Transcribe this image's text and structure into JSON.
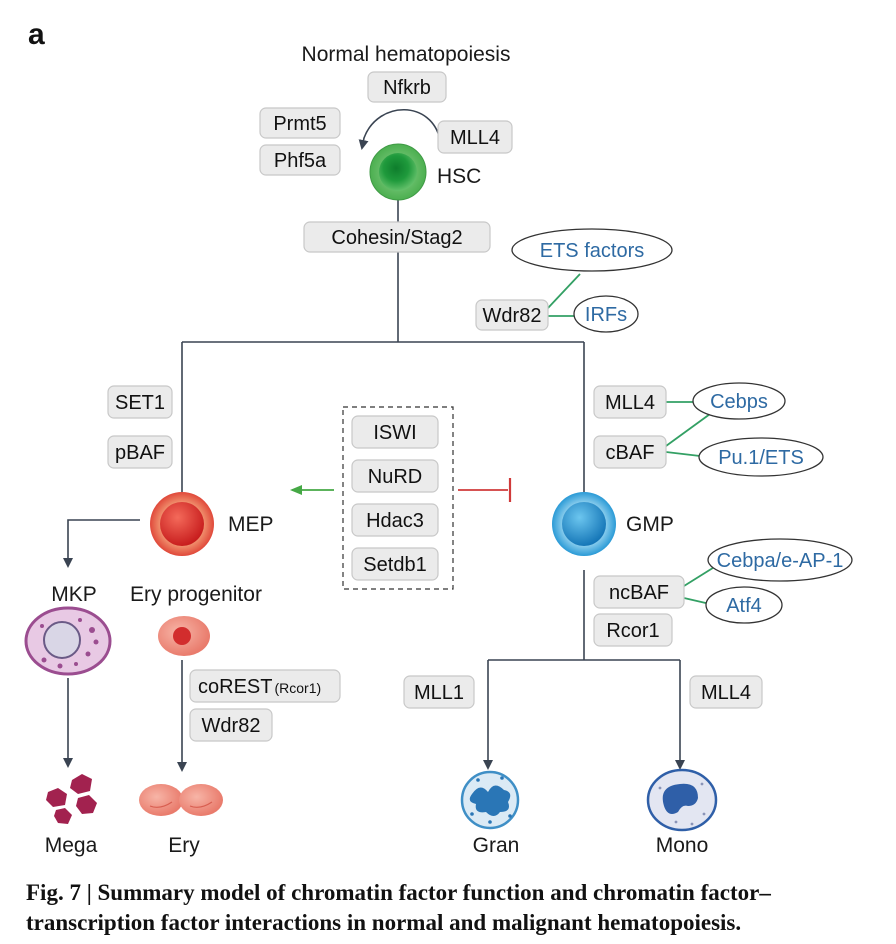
{
  "panel_letter": "a",
  "title": "Normal hematopoiesis",
  "cells": {
    "hsc": "HSC",
    "mep": "MEP",
    "gmp": "GMP",
    "mkp": "MKP",
    "ery_progenitor": "Ery progenitor",
    "mega": "Mega",
    "ery": "Ery",
    "gran": "Gran",
    "mono": "Mono"
  },
  "factors": {
    "nfkrb": "Nfkrb",
    "prmt5": "Prmt5",
    "phf5a": "Phf5a",
    "mll4_hsc": "MLL4",
    "cohesin": "Cohesin/Stag2",
    "wdr82_top": "Wdr82",
    "set1": "SET1",
    "pbaf": "pBAF",
    "iswi": "ISWI",
    "nurd": "NuRD",
    "hdac3": "Hdac3",
    "setdb1": "Setdb1",
    "mll4_gmp": "MLL4",
    "cbaf": "cBAF",
    "ncbaf": "ncBAF",
    "rcor1": "Rcor1",
    "corest": "coREST",
    "corest_sub": "(Rcor1)",
    "wdr82_ery": "Wdr82",
    "mll1": "MLL1",
    "mll4_mono": "MLL4"
  },
  "transcription_factors": {
    "ets": "ETS factors",
    "irfs": "IRFs",
    "cebps": "Cebps",
    "pu1": "Pu.1/ETS",
    "cebpa": "Cebpa/e-AP-1",
    "atf4": "Atf4"
  },
  "colors": {
    "tf_text": "#2e6aa3",
    "activate_arrow": "#45a845",
    "inhibit_bar": "#d03a3a",
    "hsc_cell": "#4caf50",
    "mep_cell": "#e0483a",
    "gmp_cell": "#2a9ad6",
    "mkp_cell": "#b567a8",
    "ery_cell": "#e97b6c",
    "mega_cell": "#a2224f",
    "gran_cell": "#3f8fc6",
    "mono_cell": "#2f5fa8"
  },
  "caption": "Fig. 7 | Summary model of chromatin factor function and chromatin factor–transcription factor interactions in normal and malignant hematopoiesis."
}
